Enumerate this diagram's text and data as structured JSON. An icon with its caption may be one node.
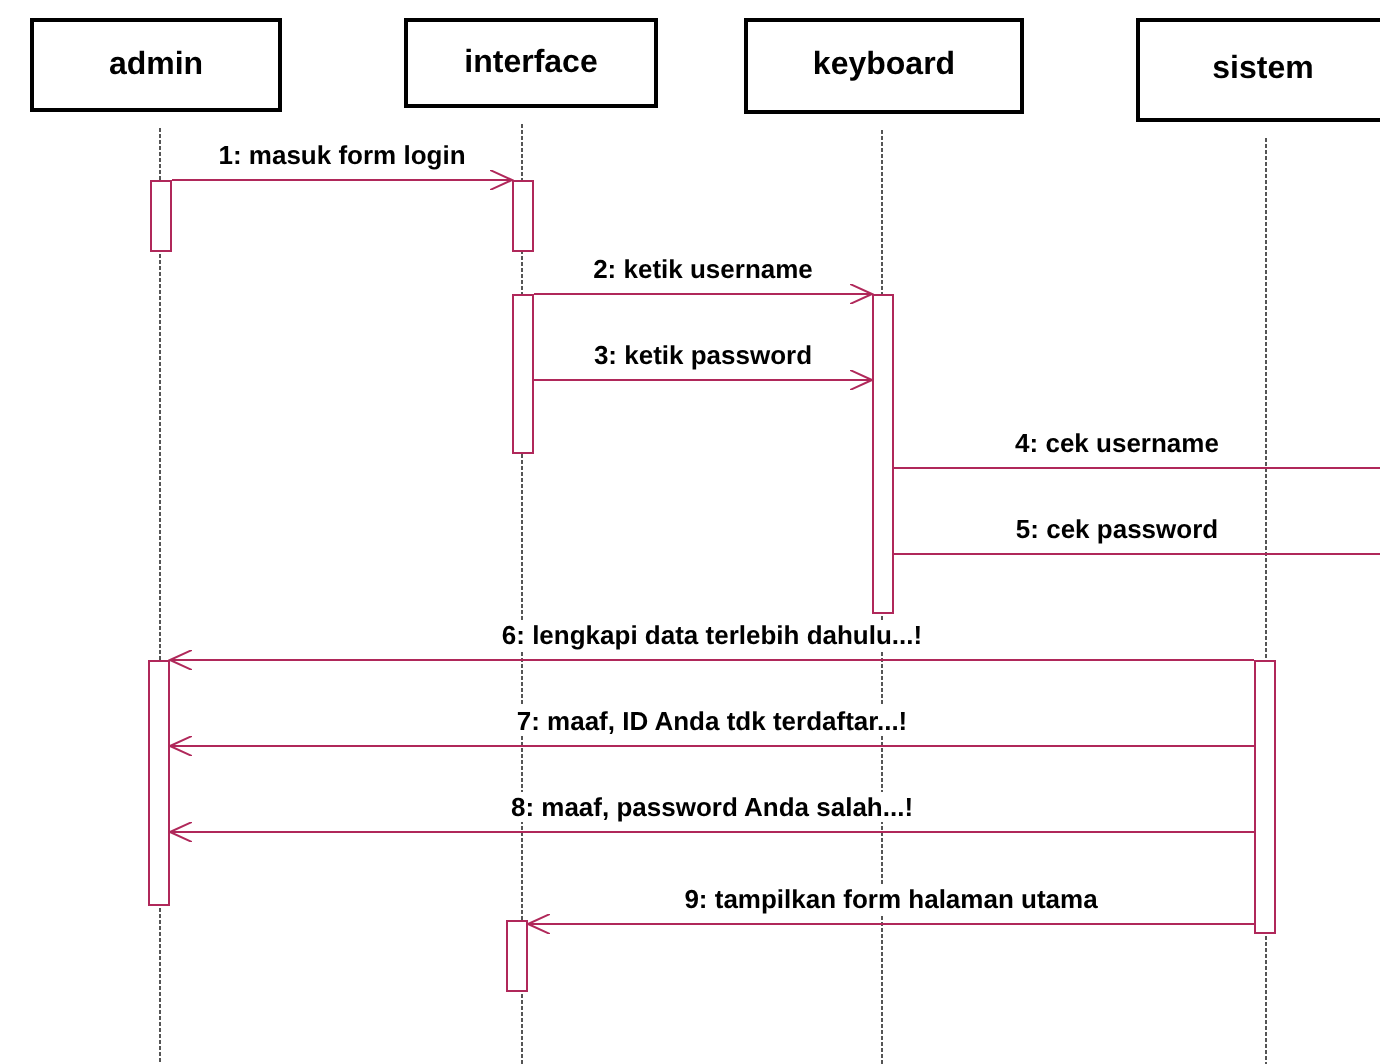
{
  "diagram": {
    "nodes": [
      {
        "text": [
          "admin"
        ]
      },
      {
        "text": [
          "interface"
        ]
      },
      {
        "text": [
          "keyboard"
        ]
      },
      {
        "text": [
          "sistem"
        ]
      },
      {
        "text": [],
        "shape": "bar"
      },
      {
        "text": [],
        "shape": "bar"
      },
      {
        "text": [],
        "shape": "bar"
      },
      {
        "text": [],
        "shape": "bar"
      },
      {
        "text": [],
        "shape": "bar"
      },
      {
        "text": [],
        "shape": "bar"
      },
      {
        "text": [],
        "shape": "bar"
      }
    ],
    "edges": [
      {
        "from": 4,
        "to": 5,
        "arrow": "to",
        "label": "1: masuk form login"
      },
      {
        "from": 6,
        "to": 7,
        "arrow": "to",
        "label": "2: ketik username"
      },
      {
        "from": 6,
        "to": 7,
        "arrow": "to",
        "label": "3: ketik password"
      },
      {
        "from": 7,
        "to": null,
        "arrow": "none",
        "label": "4: cek username"
      },
      {
        "from": 7,
        "to": null,
        "arrow": "none",
        "label": "5: cek password"
      },
      {
        "from": 9,
        "to": 8,
        "arrow": "to",
        "label": "6: lengkapi data terlebih dahulu...!"
      },
      {
        "from": 9,
        "to": 8,
        "arrow": "to",
        "label": "7: maaf, ID Anda tdk terdaftar...!"
      },
      {
        "from": 9,
        "to": 8,
        "arrow": "to",
        "label": "8: maaf, password Anda salah...!"
      },
      {
        "from": 9,
        "to": 10,
        "arrow": "to",
        "label": "9: tampilkan form halaman utama"
      }
    ]
  }
}
